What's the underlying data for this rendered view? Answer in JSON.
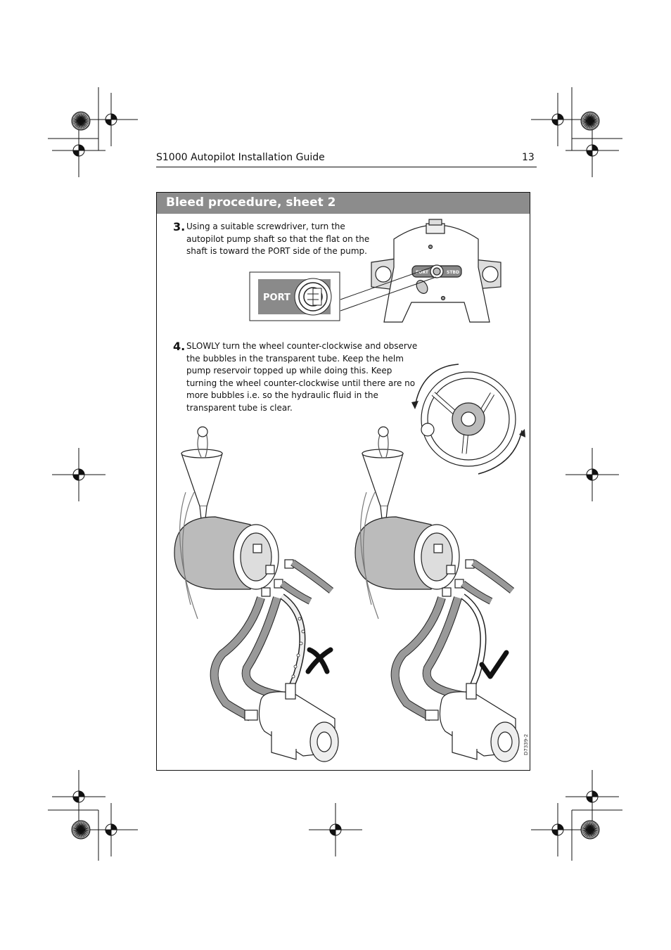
{
  "header": {
    "title": "S1000 Autopilot Installation Guide",
    "page_number": "13"
  },
  "section": {
    "title": "Bleed procedure, sheet 2"
  },
  "steps": [
    {
      "number": "3.",
      "lines": [
        "Using a suitable screwdriver, turn the",
        "autopilot pump shaft so that the flat on the",
        "shaft is toward the PORT side of the pump."
      ]
    },
    {
      "number": "4.",
      "lines": [
        "SLOWLY turn the wheel counter-clockwise and observe",
        "the bubbles in the transparent tube. Keep the helm",
        "pump reservoir topped up while doing this. Keep",
        "turning the wheel counter-clockwise until there are no",
        "more bubbles i.e. so the hydraulic fluid in the",
        "transparent tube is clear."
      ]
    }
  ],
  "figure": {
    "port_label": "PORT",
    "pump_port_label": "PORT",
    "pump_stbd_label": "STBD",
    "drawing_code": "D7339-2"
  },
  "icons": {
    "wrong": "cross-mark-icon",
    "right": "check-mark-icon"
  }
}
